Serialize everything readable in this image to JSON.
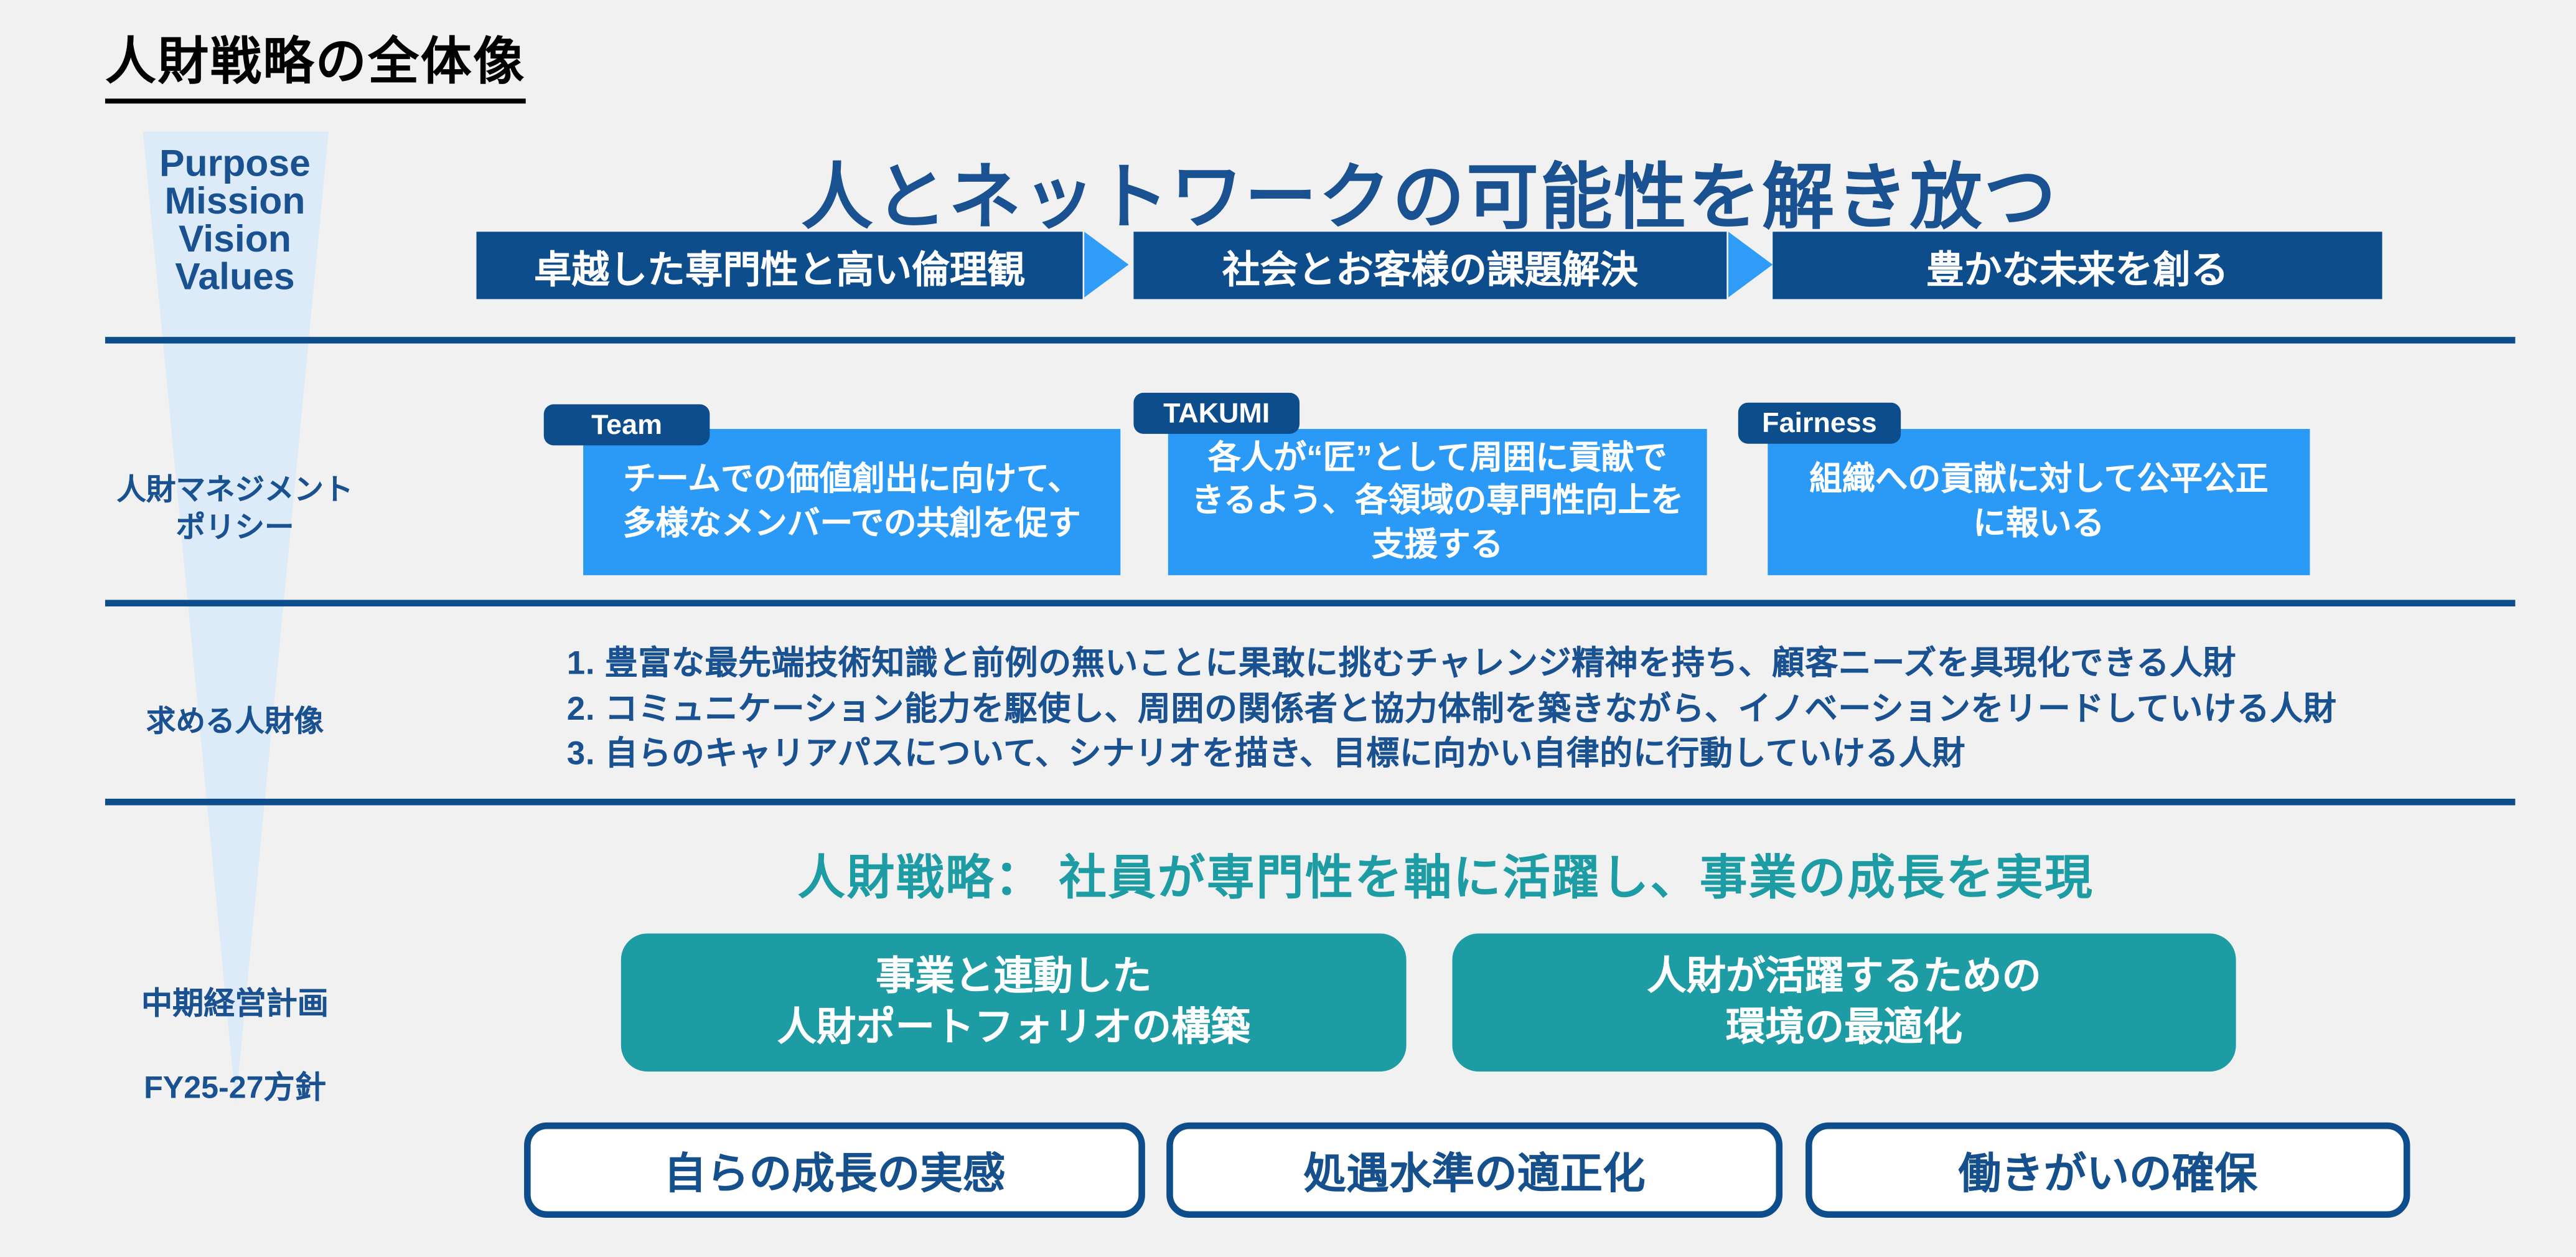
{
  "title": "人財戦略の全体像",
  "funnel": {
    "lines": [
      "Purpose",
      "Mission",
      "Vision",
      "Values"
    ]
  },
  "vision": {
    "headline": "人とネットワークの可能性を解き放つ",
    "steps": [
      "卓越した専門性と高い倫理観",
      "社会とお客様の課題解決",
      "豊かな未来を創る"
    ]
  },
  "policy": {
    "label": "人財マネジメント\nポリシー",
    "cards": [
      {
        "badge": "Team",
        "text": "チームでの価値創出に向けて、\n多様なメンバーでの共創を促す"
      },
      {
        "badge": "TAKUMI",
        "text": "各人が“匠”として周囲に貢献で\nきるよう、各領域の専門性向上を\n支援する"
      },
      {
        "badge": "Fairness",
        "text": "組織への貢献に対して公平公正\nに報いる"
      }
    ]
  },
  "talent": {
    "label": "求める人財像",
    "items": [
      "1. 豊富な最先端技術知識と前例の無いことに果敢に挑むチャレンジ精神を持ち、顧客ニーズを具現化できる人財",
      "2. コミュニケーション能力を駆使し、周囲の関係者と協力体制を築きながら、イノベーションをリードしていける人財",
      "3. 自らのキャリアパスについて、シナリオを描き、目標に向かい自律的に行動していける人財"
    ]
  },
  "strategy": {
    "label_plan": "中期経営計画",
    "label_fy": "FY25-27方針",
    "headline": "人財戦略： 社員が専門性を軸に活躍し、事業の成長を実現",
    "pillars": [
      "事業と連動した\n人財ポートフォリオの構築",
      "人財が活躍するための\n環境の最適化"
    ],
    "outcomes": [
      "自らの成長の実感",
      "処遇水準の適正化",
      "働きがいの確保"
    ]
  },
  "colors": {
    "background": "#F1F1F2",
    "navy": "#0E4D8C",
    "text_blue": "#1A5291",
    "bright_blue": "#2B99F6",
    "arrow_blue": "#2F9DF8",
    "teal": "#1E9CA4",
    "funnel_blue": "#DCEBF7"
  }
}
